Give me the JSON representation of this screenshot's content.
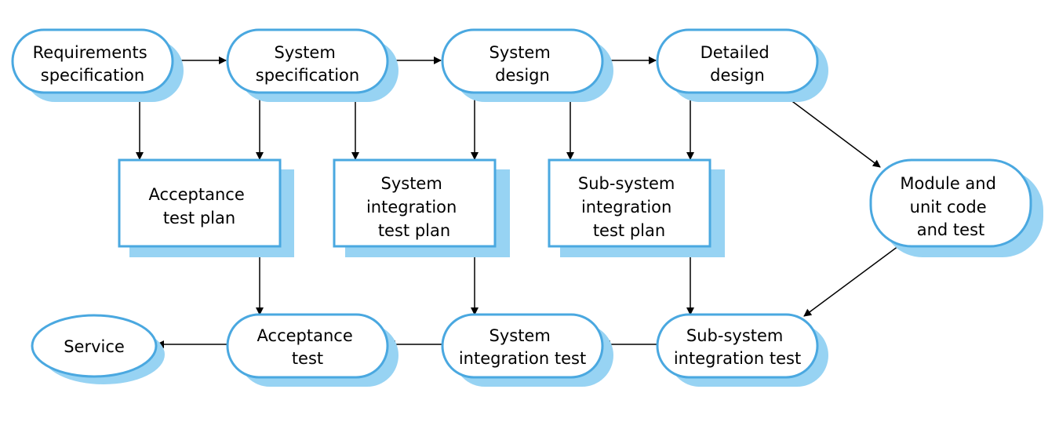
{
  "nodes": {
    "req_spec": [
      "Requirements",
      "specification"
    ],
    "sys_spec": [
      "System",
      "specification"
    ],
    "sys_design": [
      "System",
      "design"
    ],
    "det_design": [
      "Detailed",
      "design"
    ],
    "acc_plan": [
      "Acceptance",
      "test plan"
    ],
    "sys_int_plan": [
      "System",
      "integration",
      "test plan"
    ],
    "sub_int_plan": [
      "Sub-system",
      "integration",
      "test plan"
    ],
    "module": [
      "Module and",
      "unit code",
      "and test"
    ],
    "service": [
      "Service"
    ],
    "acc_test": [
      "Acceptance",
      "test"
    ],
    "sys_int_test": [
      "System",
      "integration test"
    ],
    "sub_int_test": [
      "Sub-system",
      "integration test"
    ]
  },
  "colors": {
    "node_stroke": "#4aa8e0",
    "shadow": "#97d3f3",
    "arrow": "#000000"
  }
}
